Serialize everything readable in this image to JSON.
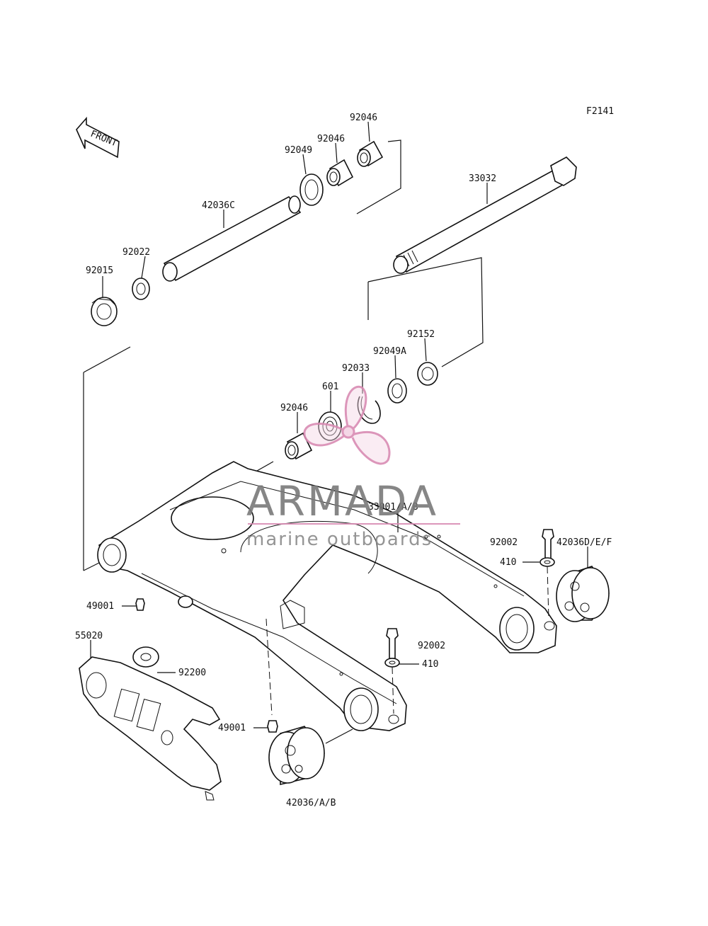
{
  "figure_code": "F2141",
  "front_label": "FRONT",
  "watermark": {
    "brand": "ARMADA",
    "tagline": "marine outboards",
    "brand_color": "#d98bb3",
    "text_color": "#7a7a7a"
  },
  "parts": {
    "p92046_top": "92046",
    "p92046_mid": "92046",
    "p92049": "92049",
    "p42036C": "42036C",
    "p33032": "33032",
    "p92022": "92022",
    "p92015": "92015",
    "p92152": "92152",
    "p92049A": "92049A",
    "p92033": "92033",
    "p601": "601",
    "p92046_low": "92046",
    "p33001": "33001/A/B",
    "p92002_right": "92002",
    "p42036DEF": "42036D/E/F",
    "p410_right": "410",
    "p49001_top": "49001",
    "p55020": "55020",
    "p92200": "92200",
    "p92002_center": "92002",
    "p410_center": "410",
    "p49001_low": "49001",
    "p42036AB": "42036/A/B"
  }
}
